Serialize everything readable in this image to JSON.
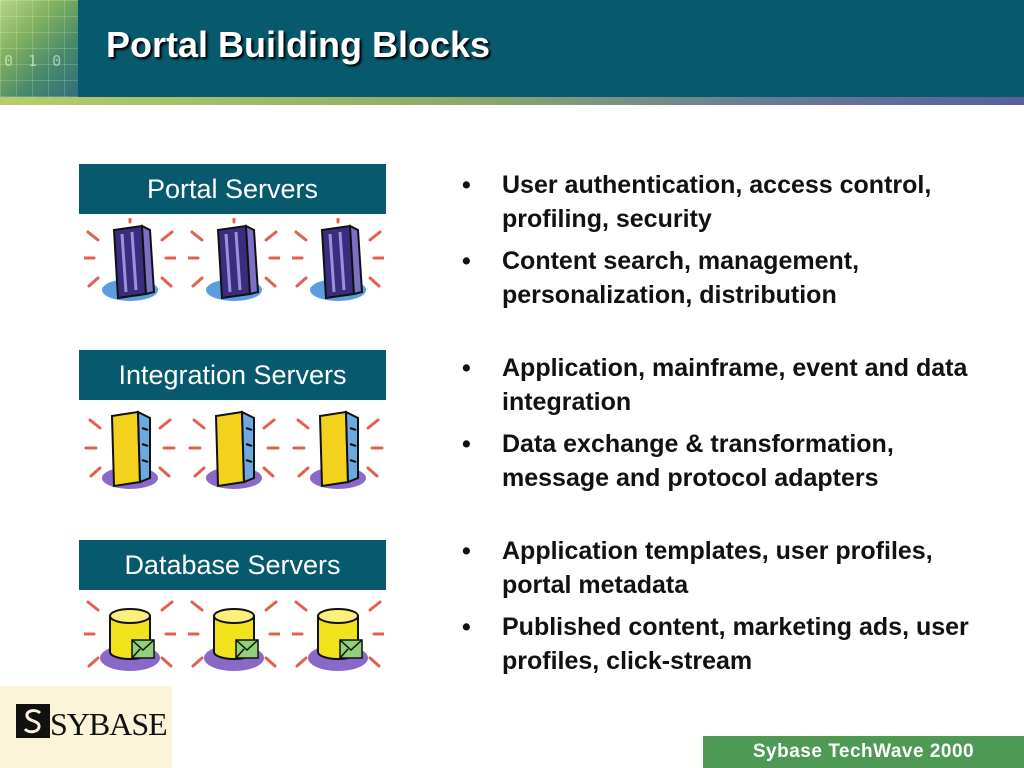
{
  "slide": {
    "title": "Portal Building Blocks",
    "header_image_digits": "0 1 0"
  },
  "sections": [
    {
      "label": "Portal Servers",
      "icon": "tower-server-icon",
      "bullets": [
        "User authentication, access control, profiling, security",
        "Content search, management, personalization, distribution"
      ]
    },
    {
      "label": "Integration Servers",
      "icon": "app-server-icon",
      "bullets": [
        "Application, mainframe, event and data integration",
        "Data exchange & transformation, message and protocol adapters"
      ]
    },
    {
      "label": "Database Servers",
      "icon": "database-server-icon",
      "bullets": [
        "Application templates, user profiles, portal metadata",
        "Published content, marketing ads, user profiles, click-stream"
      ]
    }
  ],
  "bullet_char": "•",
  "footer": {
    "logo_text": "SYBASE",
    "event_text": "Sybase TechWave 2000"
  },
  "colors": {
    "header": "#07596e",
    "label_box": "#07596e",
    "footer_green": "#4e9a55",
    "logo_bg": "#fbf4d8"
  }
}
